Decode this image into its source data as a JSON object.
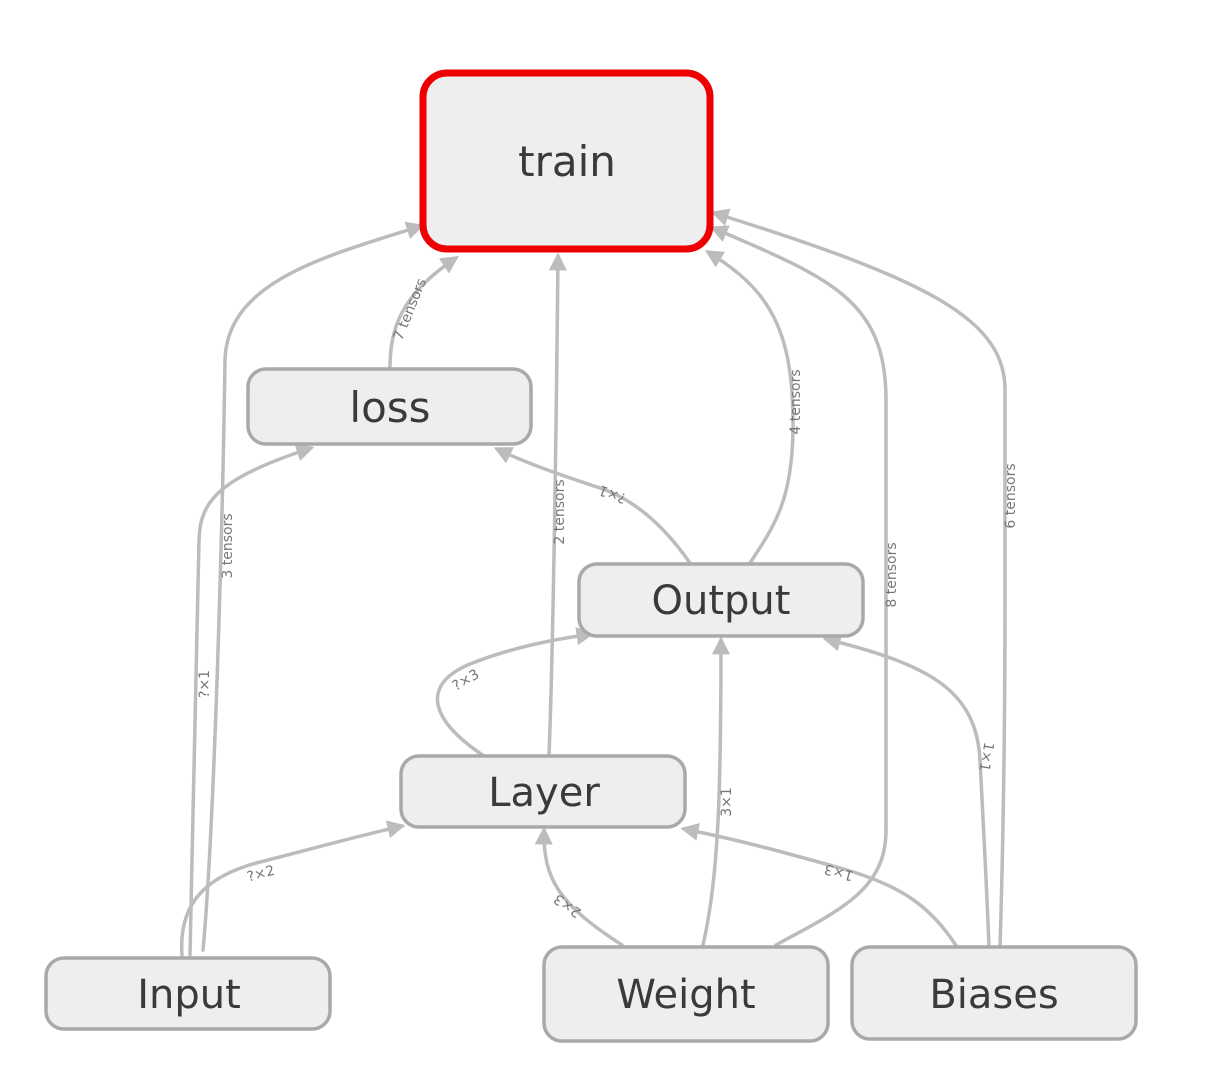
{
  "graph": {
    "selected_node": "train",
    "colors": {
      "node_fill": "#eeeeee",
      "node_border": "#a9a9a9",
      "selected_border": "#ee0000",
      "edge": "#bcbcbc",
      "edge_label": "#777777",
      "node_text": "#3a3a3a"
    },
    "nodes": {
      "train": "train",
      "loss": "loss",
      "output": "Output",
      "layer": "Layer",
      "input": "Input",
      "weight": "Weight",
      "biases": "Biases"
    },
    "edge_labels": {
      "loss_to_train": "7 tensors",
      "input_to_train": "3 tensors",
      "layer_to_train": "2 tensors",
      "output_to_train": "4 tensors",
      "weight_to_train": "8 tensors",
      "biases_to_train": "6 tensors",
      "output_to_loss": "?×1",
      "input_to_loss": "?×1",
      "layer_to_output": "?×3",
      "weight_to_output": "3×1",
      "biases_to_output": "1×1",
      "input_to_layer": "?×2",
      "weight_to_layer": "2×3",
      "biases_to_layer": "1×3"
    }
  }
}
